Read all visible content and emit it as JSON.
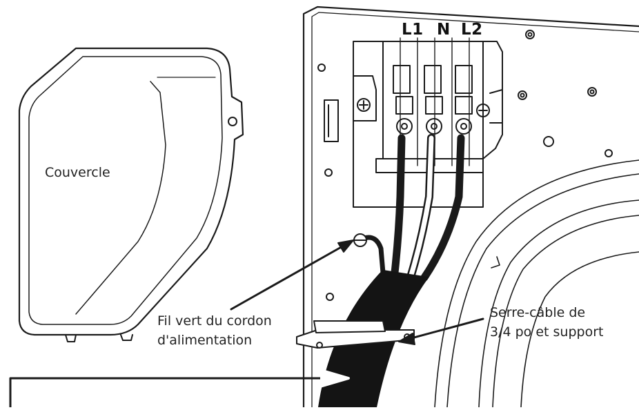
{
  "labels": {
    "cover": "Couvercle",
    "green_wire_line1": "Fil vert du cordon",
    "green_wire_line2": "d'alimentation",
    "clamp_line1": "Serre-câble de",
    "clamp_line2": "3/4 po et support"
  },
  "terminals": [
    "L1",
    "N",
    "L2"
  ],
  "colors": {
    "line": "#1a1a1a",
    "cord": "#141414",
    "background": "#ffffff"
  }
}
